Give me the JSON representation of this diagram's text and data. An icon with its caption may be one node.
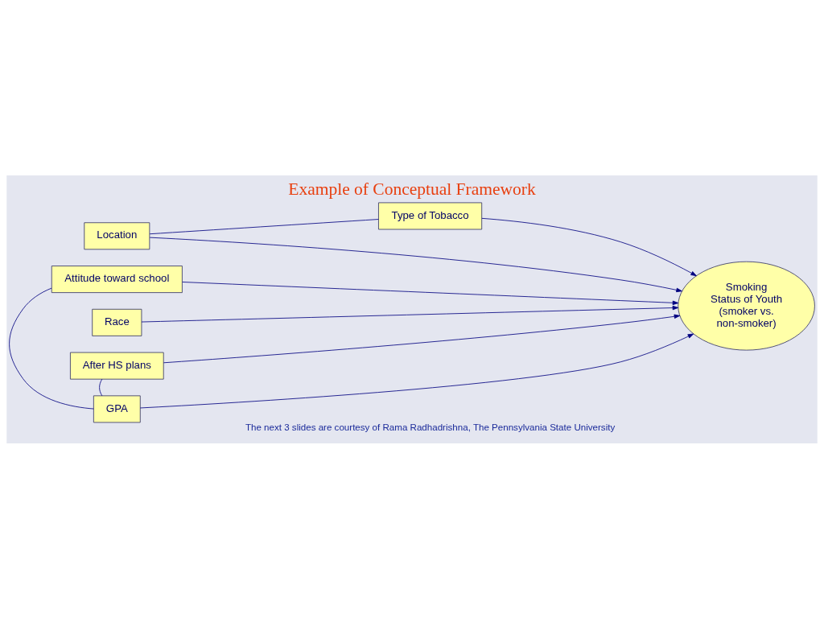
{
  "diagram": {
    "title": "Example of Conceptual Framework",
    "caption": "The next 3 slides are courtesy of Rama Radhadrishna, The Pennsylvania State University",
    "nodes": [
      {
        "text": [
          "Location"
        ]
      },
      {
        "text": [
          "Type of Tobacco"
        ]
      },
      {
        "text": [
          "Attitude toward school"
        ]
      },
      {
        "text": [
          "Race"
        ]
      },
      {
        "text": [
          "After HS plans"
        ]
      },
      {
        "text": [
          "GPA"
        ]
      },
      {
        "text": [
          "Smoking Status of Youth (smoker vs. non-smoker)"
        ]
      }
    ],
    "edges": [
      {
        "from": 0,
        "to": 1,
        "arrow": "none"
      },
      {
        "from": 1,
        "to": 6,
        "arrow": "to"
      },
      {
        "from": 0,
        "to": 6,
        "arrow": "to"
      },
      {
        "from": 2,
        "to": 6,
        "arrow": "to"
      },
      {
        "from": 3,
        "to": 6,
        "arrow": "to"
      },
      {
        "from": 4,
        "to": 6,
        "arrow": "to"
      },
      {
        "from": 5,
        "to": 6,
        "arrow": "to"
      },
      {
        "from": 2,
        "to": 5,
        "arrow": "none"
      },
      {
        "from": 4,
        "to": 5,
        "arrow": "none"
      }
    ]
  }
}
